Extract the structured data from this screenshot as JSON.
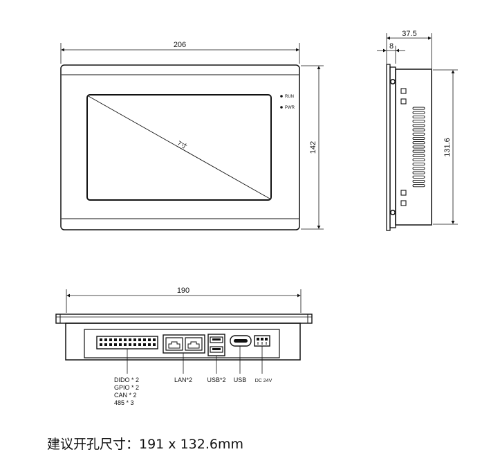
{
  "front_view": {
    "width_dim": "206",
    "height_dim": "142",
    "screen_label": "7寸",
    "led_run": "RUN",
    "led_pwr": "PWR"
  },
  "side_view": {
    "depth_dim": "37.5",
    "bezel_dim": "8",
    "height_dim": "131.6"
  },
  "bottom_view": {
    "width_dim": "190",
    "ports": {
      "terminal_lines": [
        "DIDO * 2",
        "GPIO * 2",
        "CAN  * 2",
        "485   * 3"
      ],
      "lan": "LAN*2",
      "usb2": "USB*2",
      "usb": "USB",
      "dc": "DC 24V"
    }
  },
  "caption": "建议开孔尺寸：191 x 132.6mm"
}
